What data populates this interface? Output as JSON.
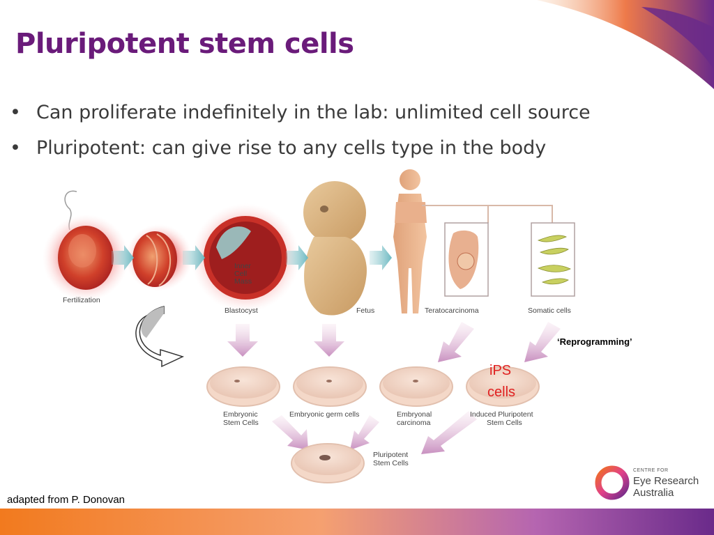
{
  "slide": {
    "title": "Pluripotent stem cells",
    "bullets": [
      "Can proliferate indefinitely in the lab: unlimited cell source",
      "Pluripotent: can give rise to any cells type in the body"
    ],
    "credit": "adapted from P. Donovan"
  },
  "diagram": {
    "stages": {
      "fertilization": "Fertilization",
      "blastocyst": "Blastocyst",
      "inner_cell_mass_1": "Inner",
      "inner_cell_mass_2": "Cell",
      "inner_cell_mass_3": "Mass",
      "fetus": "Fetus",
      "teratocarcinoma": "Teratocarcinoma",
      "somatic": "Somatic cells"
    },
    "reprogramming": "‘Reprogramming’",
    "ips_line1": "iPS",
    "ips_line2": "cells",
    "dishes": {
      "esc_1": "Embryonic",
      "esc_2": "Stem Cells",
      "egc": "Embryonic germ cells",
      "ec_1": "Embryonal",
      "ec_2": "carcinoma",
      "ipsc_1": "Induced Pluripotent",
      "ipsc_2": "Stem Cells",
      "psc_1": "Pluripotent",
      "psc_2": "Stem Cells"
    }
  },
  "logo": {
    "small": "CENTRE FOR",
    "name": "Eye Research Australia"
  },
  "colors": {
    "title": "#6a1b7a",
    "accent_orange": "#f07020",
    "accent_purple": "#6a2a8a",
    "ips_red": "#e02020"
  }
}
